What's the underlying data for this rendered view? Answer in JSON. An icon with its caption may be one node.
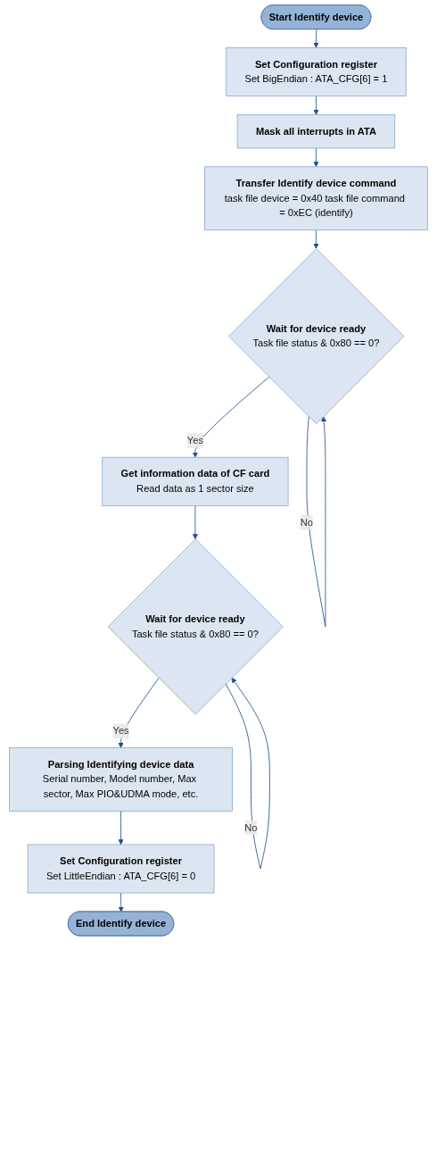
{
  "diagram": {
    "nodes": [
      {
        "text": [
          "Start Identify device"
        ]
      },
      {
        "text": [
          "Set Configuration register",
          "Set BigEndian : ATA_CFG[6] = 1"
        ]
      },
      {
        "text": [
          "Mask all interrupts in ATA"
        ]
      },
      {
        "text": [
          "Transfer Identify device command",
          "task file device = 0x40 task file command = 0xEC (identify)"
        ]
      },
      {
        "text": [
          "Wait for device ready",
          "Task file status & 0x80 == 0?"
        ]
      },
      {
        "text": [
          "Get information data of CF card",
          "Read data as 1 sector size"
        ]
      },
      {
        "text": [
          "Wait for device ready",
          "Task file status & 0x80 == 0?"
        ]
      },
      {
        "text": [
          "Parsing Identifying device data",
          "Serial number, Model number, Max sector, Max PIO&UDMA mode, etc."
        ]
      },
      {
        "text": [
          "Set Configuration register",
          "Set LittleEndian : ATA_CFG[6] = 0"
        ]
      },
      {
        "text": [
          "End Identify device"
        ]
      }
    ],
    "edges": [
      {
        "from": 0,
        "to": 1,
        "arrow": "to"
      },
      {
        "from": 1,
        "to": 2,
        "arrow": "to"
      },
      {
        "from": 2,
        "to": 3,
        "arrow": "to"
      },
      {
        "from": 3,
        "to": 4,
        "arrow": "to"
      },
      {
        "from": 4,
        "to": 4,
        "arrow": "to",
        "label": "No"
      },
      {
        "from": 4,
        "to": 5,
        "arrow": "to",
        "label": "Yes"
      },
      {
        "from": 5,
        "to": 6,
        "arrow": "to"
      },
      {
        "from": 6,
        "to": 6,
        "arrow": "to",
        "label": "No"
      },
      {
        "from": 6,
        "to": 7,
        "arrow": "to",
        "label": "Yes"
      },
      {
        "from": 7,
        "to": 8,
        "arrow": "to"
      },
      {
        "from": 8,
        "to": 9,
        "arrow": "to"
      }
    ]
  }
}
